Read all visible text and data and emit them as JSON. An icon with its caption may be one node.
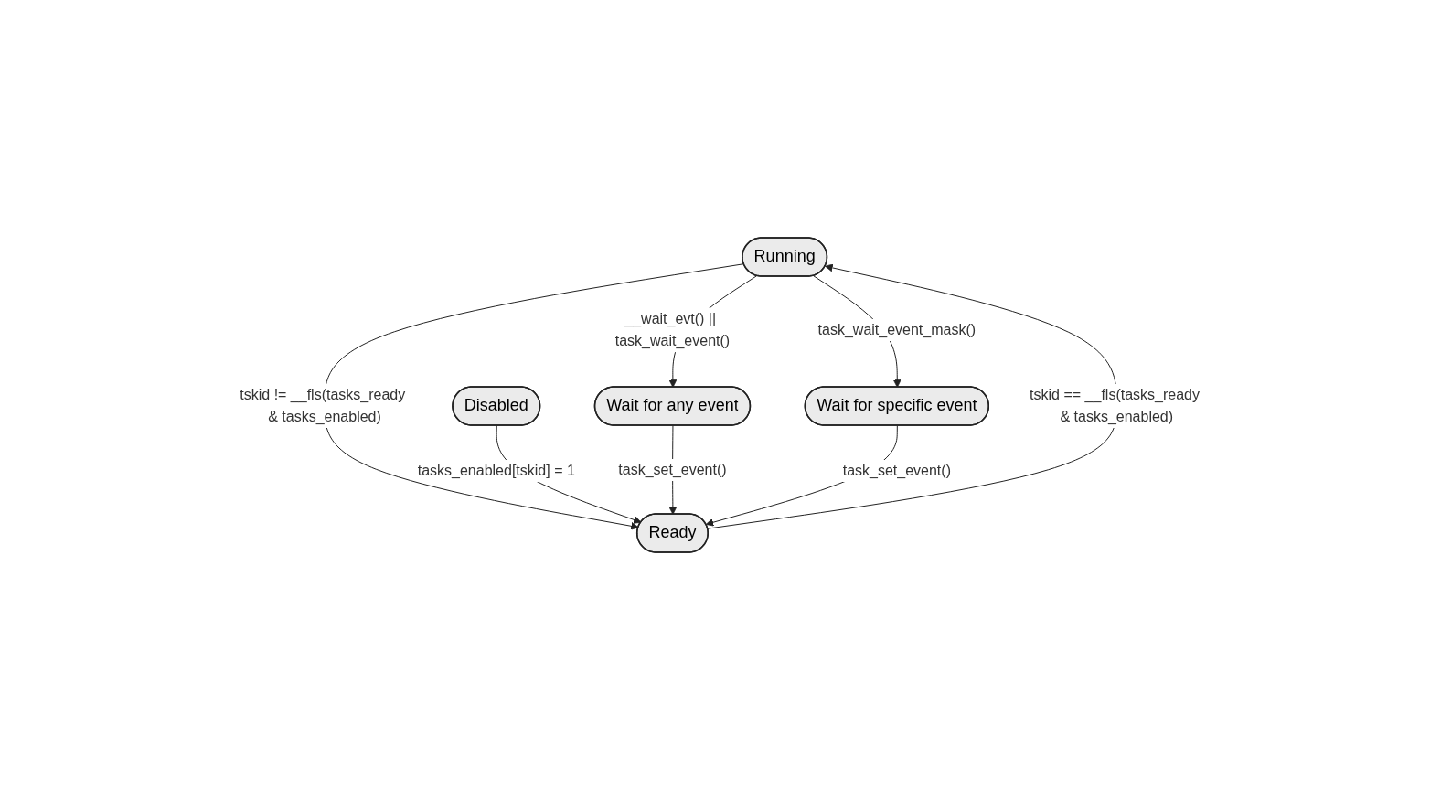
{
  "diagram": {
    "nodes": [
      {
        "text": [
          "Running"
        ]
      },
      {
        "text": [
          "Disabled"
        ]
      },
      {
        "text": [
          "Ready"
        ]
      },
      {
        "text": [
          "Wait for any event"
        ]
      },
      {
        "text": [
          "Wait for specific event"
        ]
      }
    ],
    "edges": [
      {
        "from": 0,
        "to": 3,
        "arrow": "to",
        "label": "__wait_evt() || task_wait_event()"
      },
      {
        "from": 0,
        "to": 2,
        "arrow": "to",
        "label": "tskid != __fls(tasks_ready & tasks_enabled)"
      },
      {
        "from": 1,
        "to": 2,
        "arrow": "to",
        "label": "tasks_enabled[tskid] = 1"
      },
      {
        "from": 2,
        "to": 0,
        "arrow": "to",
        "label": "tskid == __fls(tasks_ready & tasks_enabled)"
      },
      {
        "from": 0,
        "to": 4,
        "arrow": "to",
        "label": "task_wait_event_mask()"
      },
      {
        "from": 3,
        "to": 2,
        "arrow": "to",
        "label": "task_set_event()"
      },
      {
        "from": 4,
        "to": 2,
        "arrow": "to",
        "label": "task_set_event()"
      }
    ]
  }
}
